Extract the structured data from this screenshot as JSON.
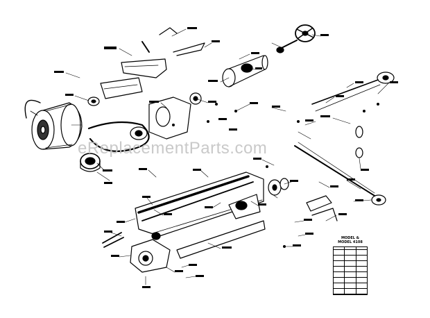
{
  "watermark": "eReplacementParts.com",
  "model_table": {
    "line1": "MODEL &",
    "line2": "MODEL 4108"
  }
}
